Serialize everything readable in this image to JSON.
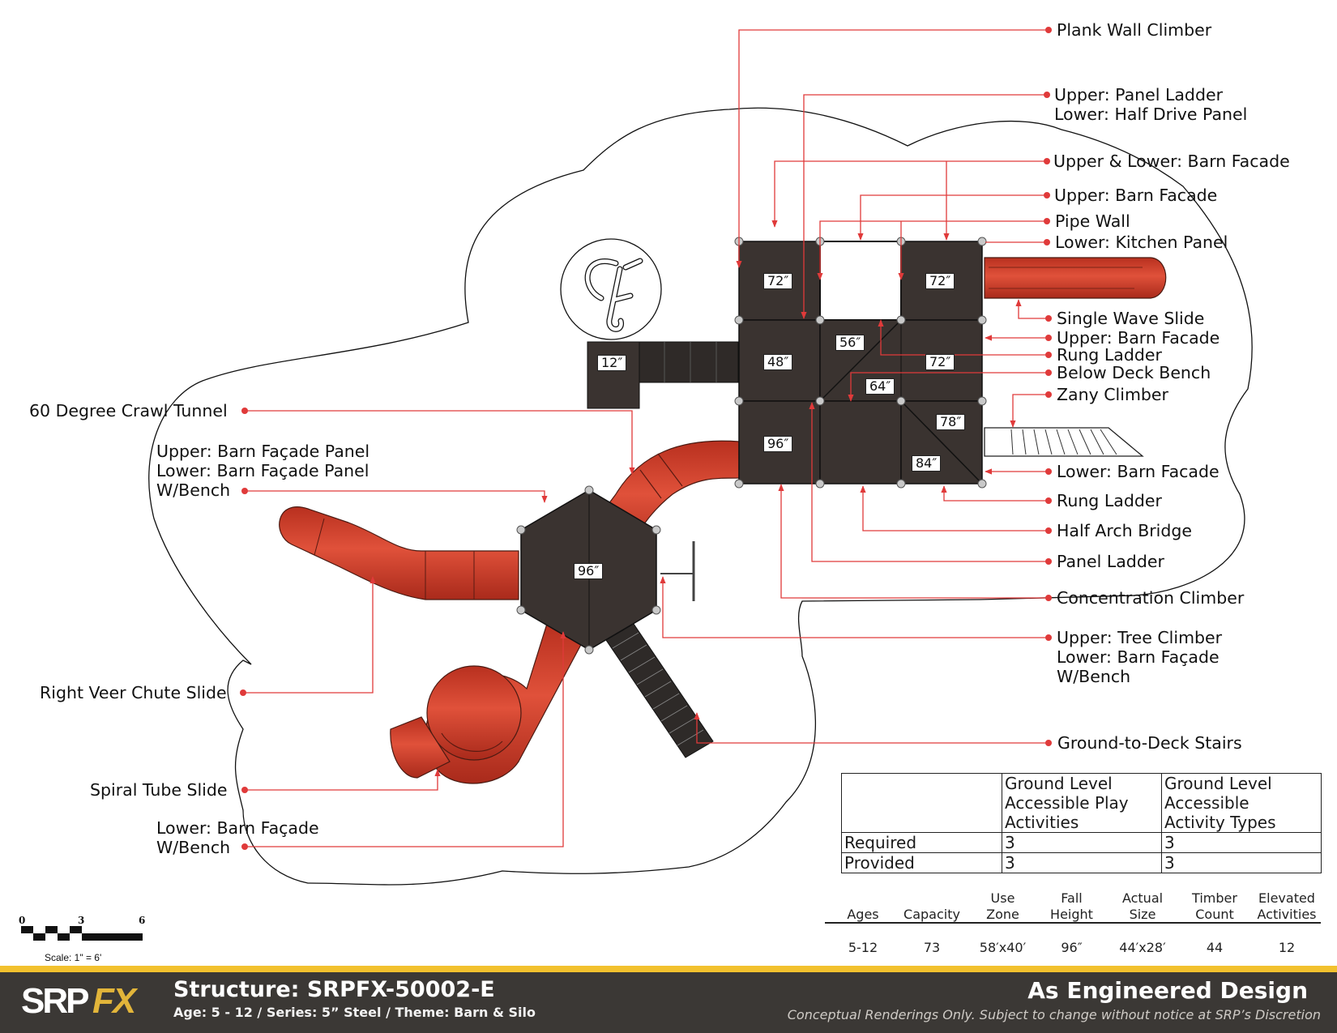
{
  "colors": {
    "callout": "#e03a3a",
    "deck": "#3a3330",
    "slide": "#d8432f",
    "footer_bg": "#3b3835",
    "footer_stripe": "#f2c12e"
  },
  "callouts_right": [
    {
      "lines": [
        "Plank Wall Climber"
      ]
    },
    {
      "lines": [
        "Upper: Panel Ladder",
        "Lower: Half Drive Panel"
      ]
    },
    {
      "lines": [
        "Upper & Lower: Barn Facade"
      ]
    },
    {
      "lines": [
        "Upper: Barn Facade"
      ]
    },
    {
      "lines": [
        "Pipe Wall"
      ]
    },
    {
      "lines": [
        "Lower: Kitchen Panel"
      ]
    },
    {
      "lines": [
        "Single Wave Slide"
      ]
    },
    {
      "lines": [
        "Upper: Barn Facade"
      ]
    },
    {
      "lines": [
        "Rung Ladder"
      ]
    },
    {
      "lines": [
        "Below Deck Bench"
      ]
    },
    {
      "lines": [
        "Zany Climber"
      ]
    },
    {
      "lines": [
        "Lower: Barn Facade"
      ]
    },
    {
      "lines": [
        "Rung Ladder"
      ]
    },
    {
      "lines": [
        "Half Arch Bridge"
      ]
    },
    {
      "lines": [
        "Panel Ladder"
      ]
    },
    {
      "lines": [
        "Concentration Climber"
      ]
    },
    {
      "lines": [
        "Upper: Tree Climber",
        "Lower: Barn Façade",
        "W/Bench"
      ]
    },
    {
      "lines": [
        "Ground-to-Deck Stairs"
      ]
    }
  ],
  "callouts_left": [
    {
      "lines": [
        "60 Degree Crawl Tunnel"
      ]
    },
    {
      "lines": [
        "Upper: Barn Façade Panel",
        "Lower: Barn Façade Panel",
        "W/Bench"
      ]
    },
    {
      "lines": [
        "Right Veer Chute Slide"
      ]
    },
    {
      "lines": [
        "Spiral Tube Slide"
      ]
    },
    {
      "lines": [
        "Lower: Barn Façade",
        "W/Bench"
      ]
    }
  ],
  "deck_heights": [
    "72″",
    "72″",
    "12″",
    "48″",
    "56″",
    "72″",
    "64″",
    "96″",
    "78″",
    "84″",
    "96″"
  ],
  "accessibility": {
    "headers": [
      "",
      "Ground Level Accessible Play Activities",
      "Ground Level Accessible Activity Types"
    ],
    "header_lines": [
      [
        ""
      ],
      [
        "Ground Level",
        "Accessible Play",
        "Activities"
      ],
      [
        "Ground Level",
        "Accessible",
        "Activity Types"
      ]
    ],
    "rows": [
      {
        "label": "Required",
        "play": "3",
        "types": "3"
      },
      {
        "label": "Provided",
        "play": "3",
        "types": "3"
      }
    ]
  },
  "specs": [
    {
      "label": [
        "",
        "Ages"
      ],
      "value": "5-12"
    },
    {
      "label": [
        "",
        "Capacity"
      ],
      "value": "73"
    },
    {
      "label": [
        "Use",
        "Zone"
      ],
      "value": "58′x40′"
    },
    {
      "label": [
        "Fall",
        "Height"
      ],
      "value": "96″"
    },
    {
      "label": [
        "Actual",
        "Size"
      ],
      "value": "44′x28′"
    },
    {
      "label": [
        "Timber",
        "Count"
      ],
      "value": "44"
    },
    {
      "label": [
        "Elevated",
        "Activities"
      ],
      "value": "12"
    }
  ],
  "scale": {
    "ticks": [
      "0",
      "3",
      "6"
    ],
    "caption": "Scale: 1\" = 6'"
  },
  "footer": {
    "logo_text": "SRPFX",
    "logo_a": "SRP",
    "logo_b": "FX",
    "structure": "Structure: SRPFX-50002-E",
    "subtitle": "Age: 5 - 12 / Series: 5” Steel / Theme: Barn & Silo",
    "design": "As Engineered Design",
    "disclaimer": "Conceptual Renderings Only. Subject to change without notice at SRP’s Discretion"
  }
}
